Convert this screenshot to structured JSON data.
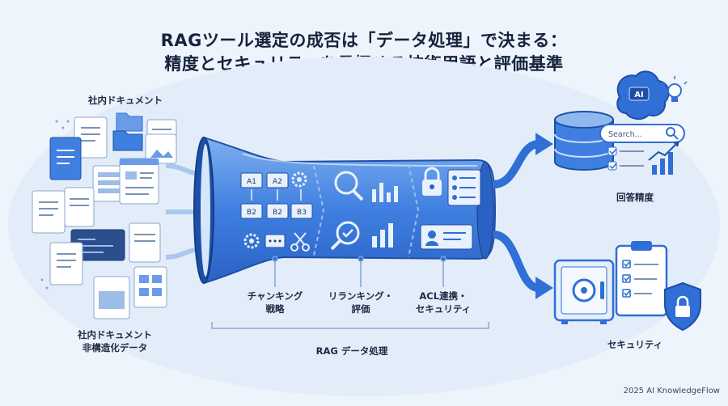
{
  "header": {
    "title_line1": "RAGツール選定の成否は「データ処理」で決まる：",
    "title_line2": "精度とセキュリティを見極める技術用語と評価基準",
    "subtitle": "データ処理の核心が、AI回答の信頼性を左右する。"
  },
  "left": {
    "docs_label": "社内ドキュメント",
    "unstructured_line1": "社内ドキュメント",
    "unstructured_line2": "非構造化データ"
  },
  "funnel": {
    "chunk_tags": [
      "A1",
      "A2",
      "B2",
      "B2",
      "B3"
    ],
    "stage1_line1": "チャンキング",
    "stage1_line2": "戦略",
    "stage2_line1": "リランキング・",
    "stage2_line2": "評価",
    "stage3_line1": "ACL連携・",
    "stage3_line2": "セキュリティ",
    "group_label": "RAG データ処理"
  },
  "right": {
    "ai_badge": "AI",
    "search_placeholder": "Search...",
    "accuracy_label": "回答精度",
    "security_label": "セキュリティ"
  },
  "footer": {
    "credit": "2025 AI KnowledgeFlow"
  },
  "colors": {
    "primary": "#2f6fd6",
    "dark": "#1e4fa8",
    "light": "#cfe0f7",
    "bg": "#eef4fb"
  }
}
